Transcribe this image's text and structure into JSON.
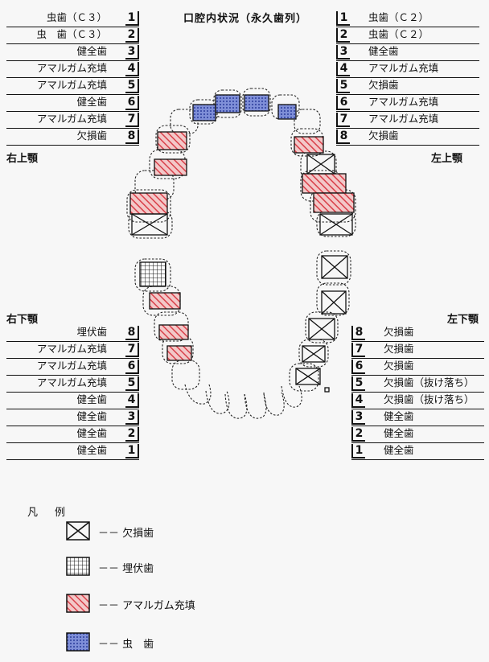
{
  "title": "口腔内状況（永久歯列）",
  "quadrants": {
    "upper_right": "右上顎",
    "upper_left": "左上顎",
    "lower_right": "右下顎",
    "lower_left": "左下顎"
  },
  "upper_right": [
    {
      "num": "1",
      "label": "虫歯（Ｃ３）"
    },
    {
      "num": "2",
      "label": "虫　歯（Ｃ３）"
    },
    {
      "num": "3",
      "label": "健全歯"
    },
    {
      "num": "4",
      "label": "アマルガム充填"
    },
    {
      "num": "5",
      "label": "アマルガム充填"
    },
    {
      "num": "6",
      "label": "健全歯"
    },
    {
      "num": "7",
      "label": "アマルガム充填"
    },
    {
      "num": "8",
      "label": "欠損歯"
    }
  ],
  "upper_left": [
    {
      "num": "1",
      "label": "虫歯（Ｃ２）"
    },
    {
      "num": "2",
      "label": "虫歯（Ｃ２）"
    },
    {
      "num": "3",
      "label": "健全歯"
    },
    {
      "num": "4",
      "label": "アマルガム充填"
    },
    {
      "num": "5",
      "label": "欠損歯"
    },
    {
      "num": "6",
      "label": "アマルガム充填"
    },
    {
      "num": "7",
      "label": "アマルガム充填"
    },
    {
      "num": "8",
      "label": "欠損歯"
    }
  ],
  "lower_right": [
    {
      "num": "8",
      "label": "埋伏歯"
    },
    {
      "num": "7",
      "label": "アマルガム充填"
    },
    {
      "num": "6",
      "label": "アマルガム充填"
    },
    {
      "num": "5",
      "label": "アマルガム充填"
    },
    {
      "num": "4",
      "label": "健全歯"
    },
    {
      "num": "3",
      "label": "健全歯"
    },
    {
      "num": "2",
      "label": "健全歯"
    },
    {
      "num": "1",
      "label": "健全歯"
    }
  ],
  "lower_left": [
    {
      "num": "8",
      "label": "欠損歯"
    },
    {
      "num": "7",
      "label": "欠損歯"
    },
    {
      "num": "6",
      "label": "欠損歯"
    },
    {
      "num": "5",
      "label": "欠損歯（抜け落ち）"
    },
    {
      "num": "4",
      "label": "欠損歯（抜け落ち）"
    },
    {
      "num": "3",
      "label": "健全歯"
    },
    {
      "num": "2",
      "label": "健全歯"
    },
    {
      "num": "1",
      "label": "健全歯"
    }
  ],
  "legend": {
    "title": "凡　例",
    "items": [
      {
        "symbol": "missing",
        "text": "－－ 欠損歯"
      },
      {
        "symbol": "impacted",
        "text": "－－ 埋伏歯"
      },
      {
        "symbol": "amalgam",
        "text": "－－ アマルガム充填"
      },
      {
        "symbol": "caries",
        "text": "－－ 虫　歯"
      }
    ]
  },
  "colors": {
    "amalgam": "#d9404a",
    "caries": "#3a4fb0",
    "outline": "#111111"
  }
}
